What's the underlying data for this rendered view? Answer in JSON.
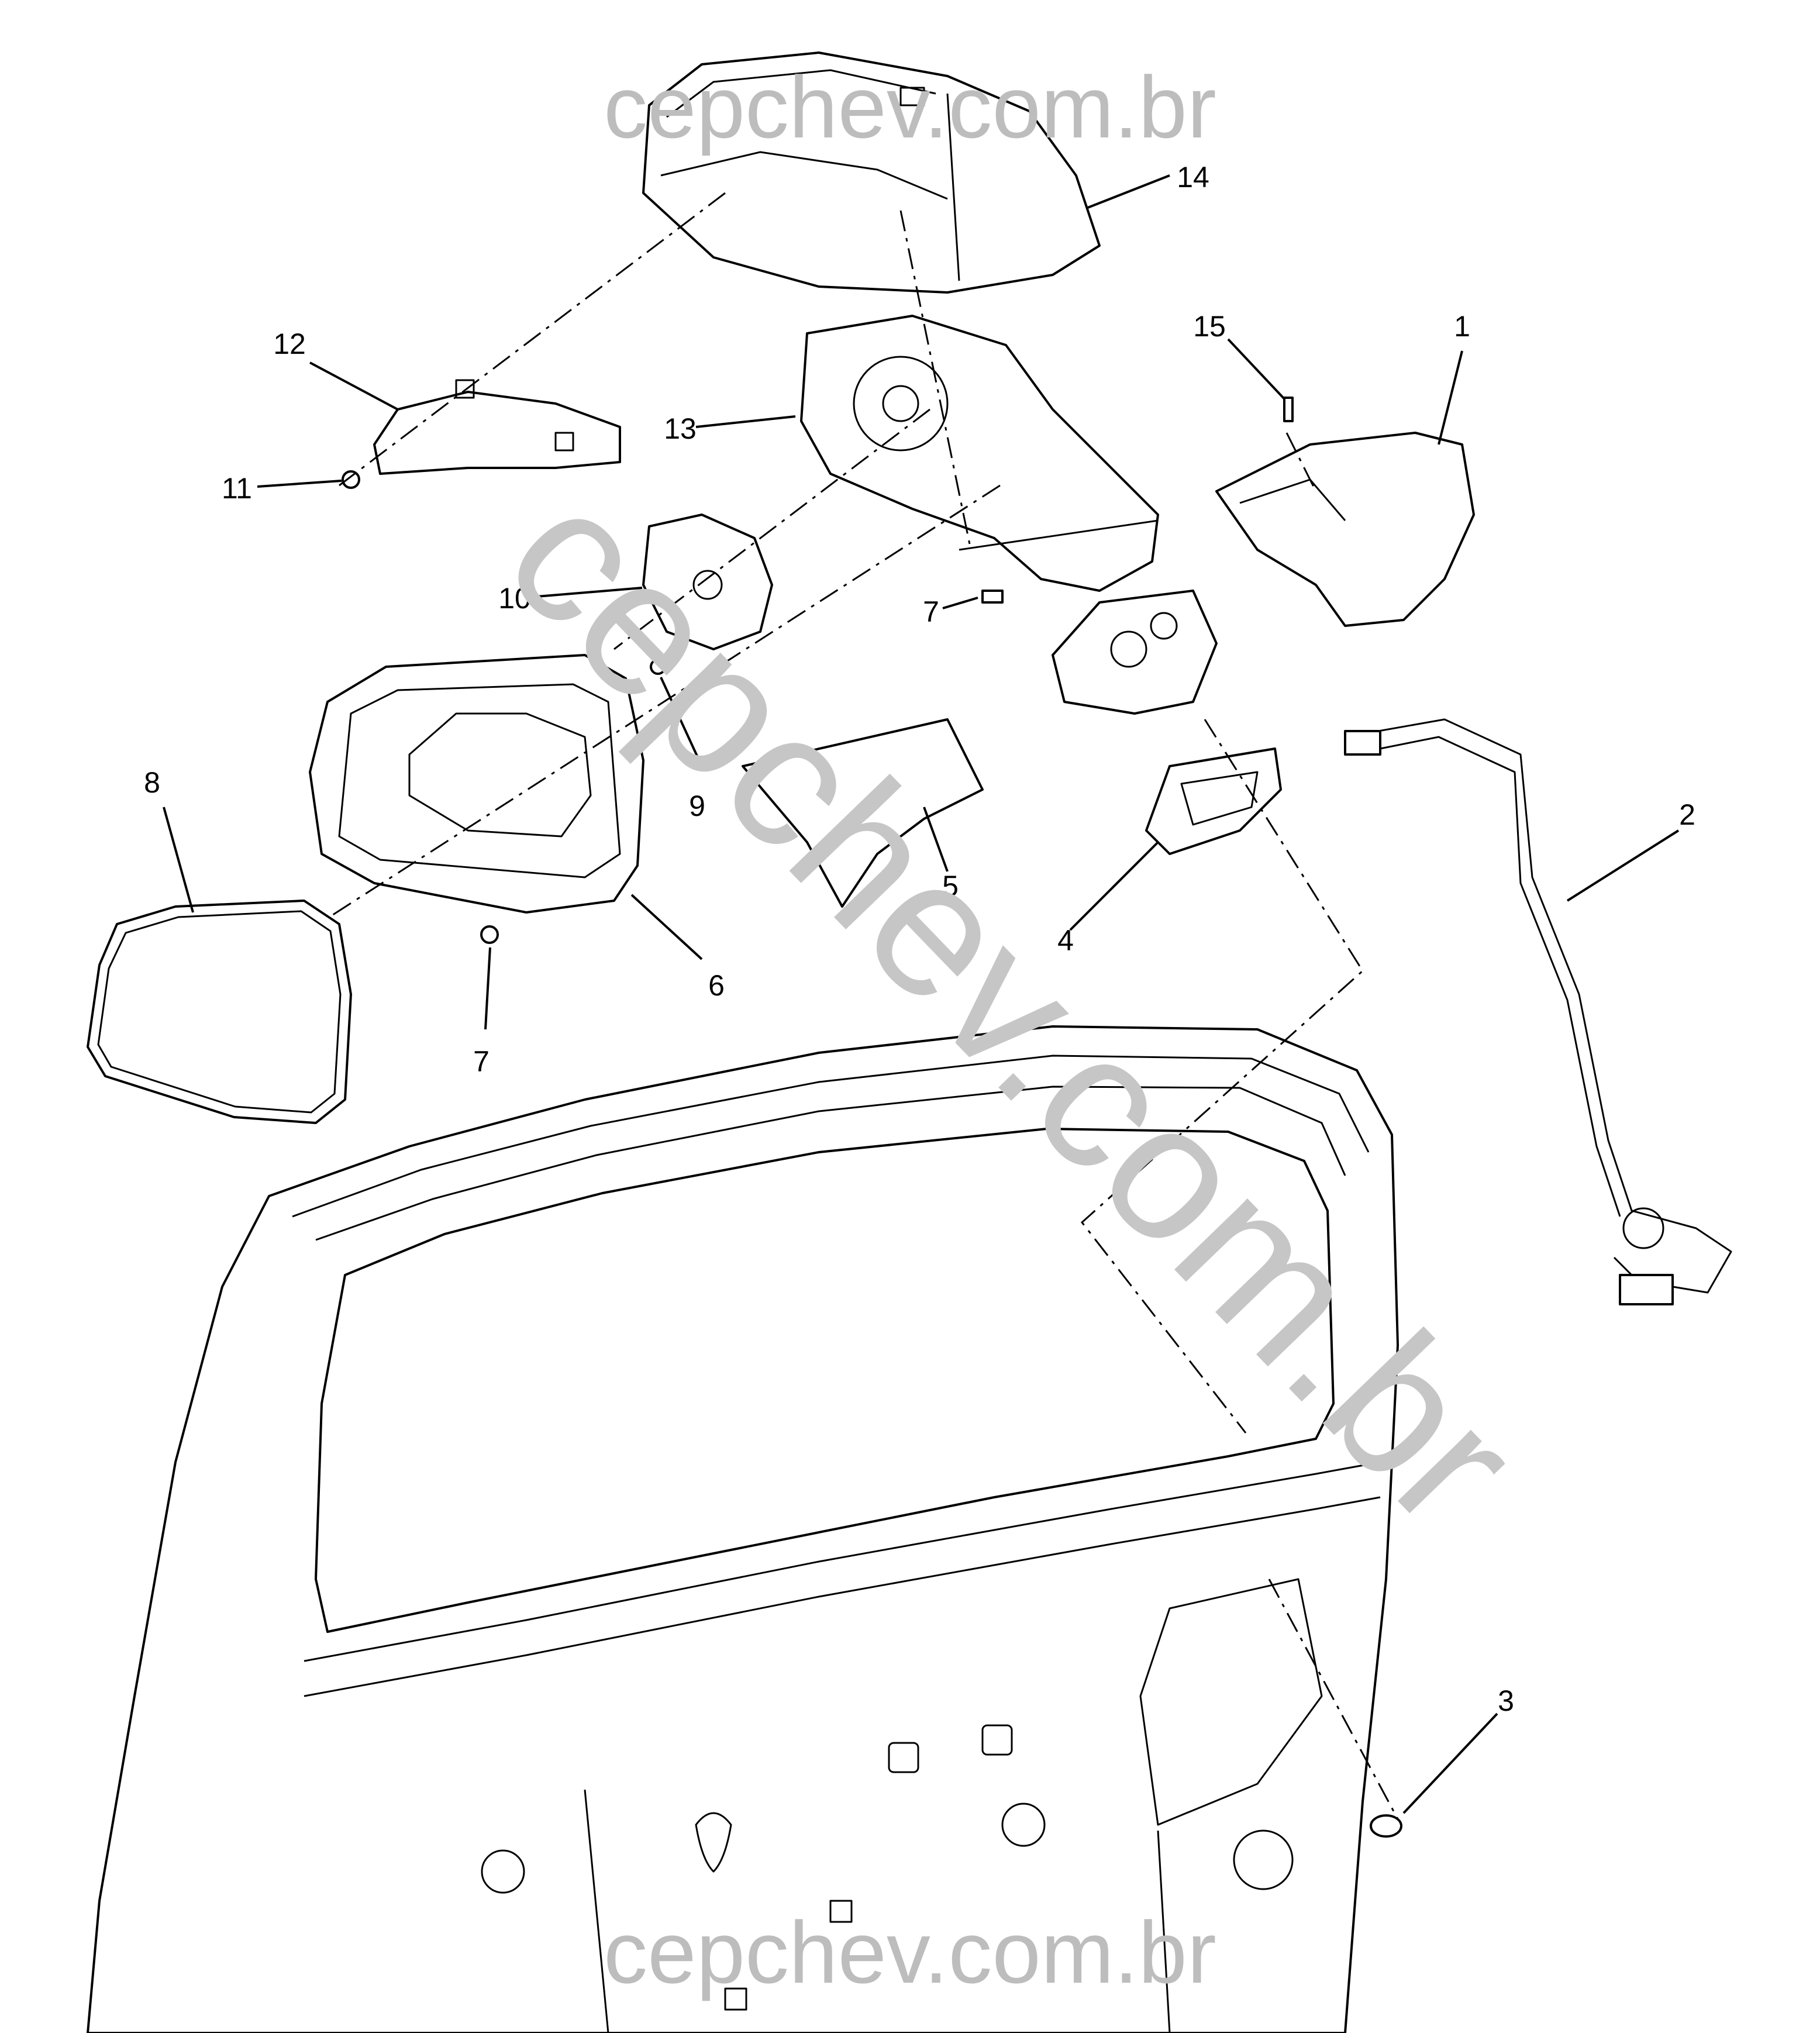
{
  "watermarks": {
    "top": "cepchev.com.br",
    "bottom": "cepchev.com.br",
    "diagonal": "cepchev.com.br"
  },
  "callouts": [
    "1",
    "2",
    "3",
    "4",
    "5",
    "6",
    "7",
    "7",
    "8",
    "9",
    "10",
    "11",
    "12",
    "13",
    "14",
    "15"
  ]
}
